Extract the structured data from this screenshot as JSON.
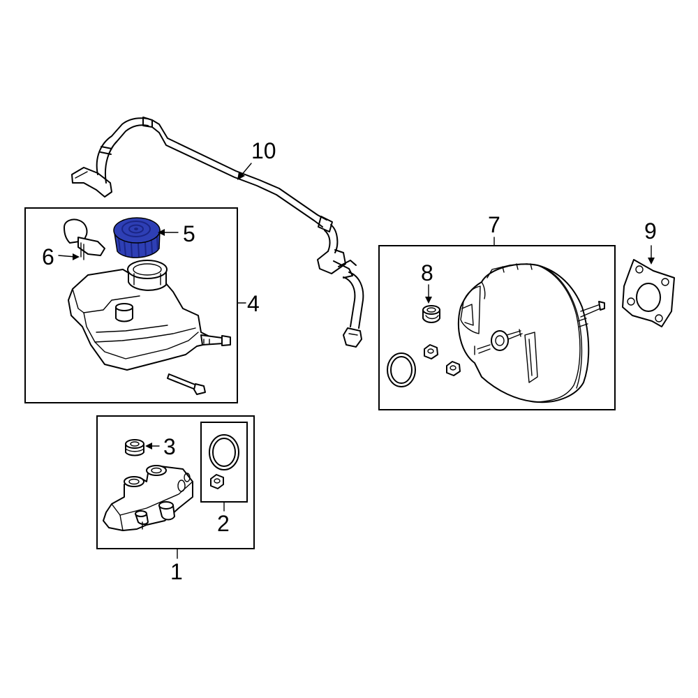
{
  "diagram": {
    "callouts": [
      {
        "id": "1",
        "label": "1"
      },
      {
        "id": "2",
        "label": "2"
      },
      {
        "id": "3",
        "label": "3"
      },
      {
        "id": "4",
        "label": "4"
      },
      {
        "id": "5",
        "label": "5"
      },
      {
        "id": "6",
        "label": "6"
      },
      {
        "id": "7",
        "label": "7"
      },
      {
        "id": "8",
        "label": "8"
      },
      {
        "id": "9",
        "label": "9"
      },
      {
        "id": "10",
        "label": "10"
      }
    ],
    "highlighted_part": "5",
    "colors": {
      "highlight_fill": "#2e3fb5",
      "highlight_dark": "#1a2585",
      "line": "#000000",
      "background": "#ffffff"
    }
  }
}
